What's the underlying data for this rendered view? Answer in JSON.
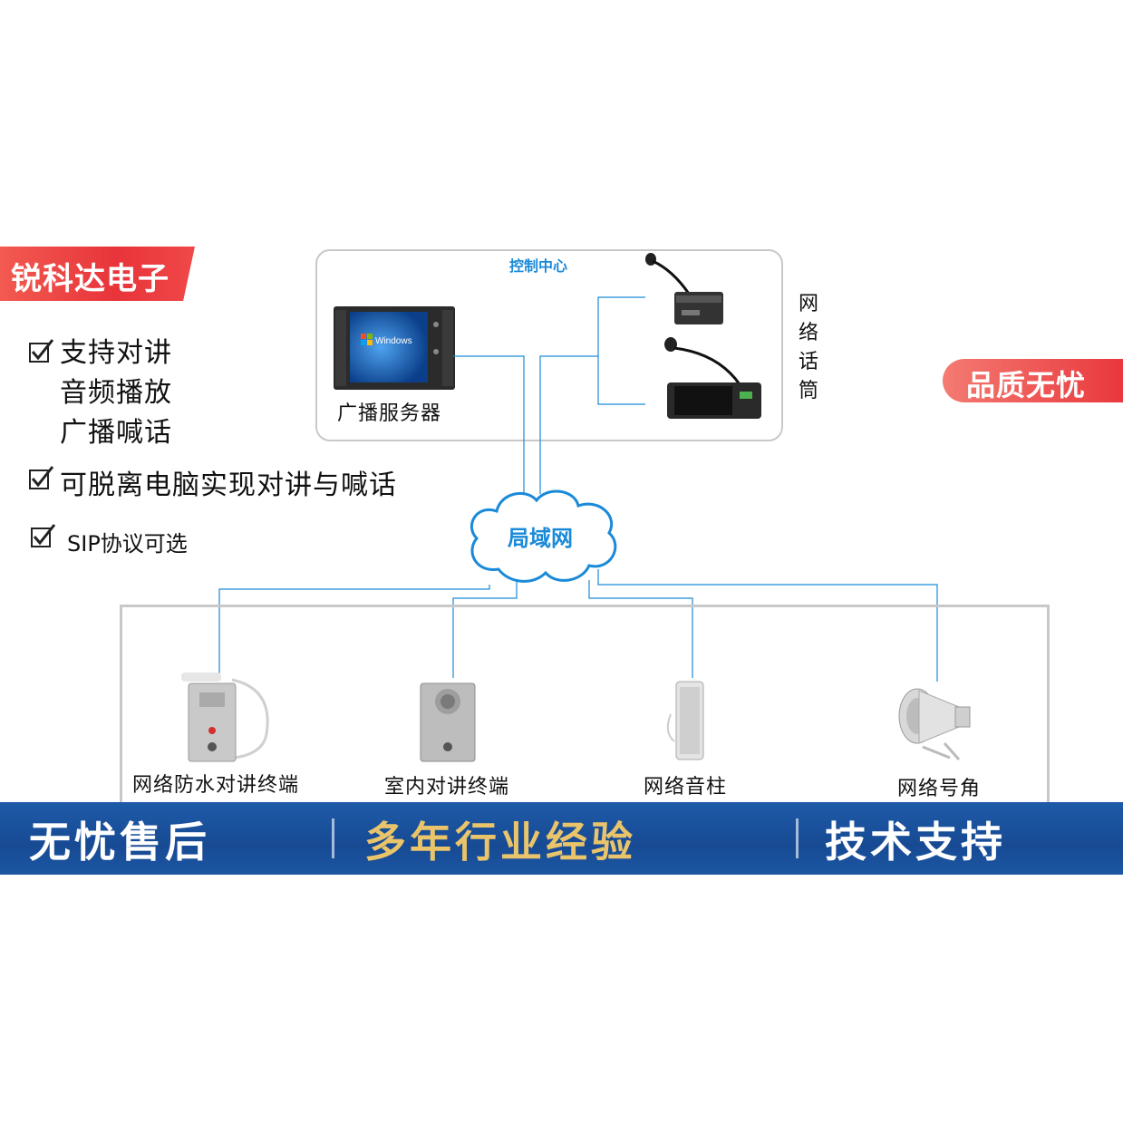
{
  "brand": {
    "name": "锐科达电子",
    "color": "#e8343a"
  },
  "quality_badge": "品质无忧",
  "features": {
    "item1": "支持对讲",
    "item1_sub1": "音频播放",
    "item1_sub2": "广播喊话",
    "item2": "可脱离电脑实现对讲与喊话",
    "item3": "SIP协议可选"
  },
  "control_center": {
    "title": "控制中心",
    "server_label": "广播服务器",
    "server_screen_text": "Windows",
    "mic_label_chars": [
      "网",
      "络",
      "话",
      "筒"
    ]
  },
  "network": {
    "label": "局域网",
    "line_color": "#1a8ad8"
  },
  "terminals": [
    {
      "label": "网络防水对讲终端"
    },
    {
      "label": "室内对讲终端"
    },
    {
      "label": "网络音柱"
    },
    {
      "label": "网络号角"
    }
  ],
  "bottom_bar": {
    "left": "无忧售后",
    "center": "多年行业经验",
    "right": "技术支持",
    "left_color": "#ffffff",
    "center_color": "#e9c46a",
    "right_color": "#ffffff"
  }
}
